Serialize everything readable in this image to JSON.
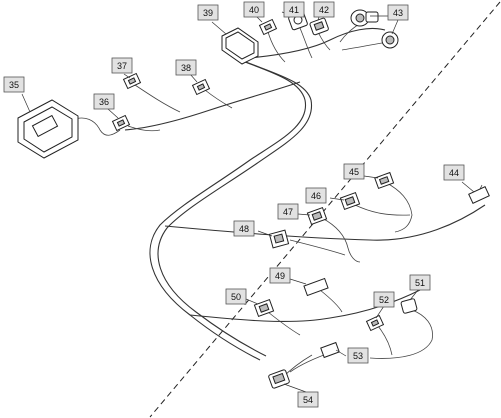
{
  "diagram": {
    "callouts": [
      {
        "id": "35",
        "label": "35"
      },
      {
        "id": "36",
        "label": "36"
      },
      {
        "id": "37",
        "label": "37"
      },
      {
        "id": "38",
        "label": "38"
      },
      {
        "id": "39",
        "label": "39"
      },
      {
        "id": "40",
        "label": "40"
      },
      {
        "id": "41",
        "label": "41"
      },
      {
        "id": "42",
        "label": "42"
      },
      {
        "id": "43",
        "label": "43"
      },
      {
        "id": "44",
        "label": "44"
      },
      {
        "id": "45",
        "label": "45"
      },
      {
        "id": "46",
        "label": "46"
      },
      {
        "id": "47",
        "label": "47"
      },
      {
        "id": "48",
        "label": "48"
      },
      {
        "id": "49",
        "label": "49"
      },
      {
        "id": "50",
        "label": "50"
      },
      {
        "id": "51",
        "label": "51"
      },
      {
        "id": "52",
        "label": "52"
      },
      {
        "id": "53",
        "label": "53"
      },
      {
        "id": "54",
        "label": "54"
      }
    ]
  }
}
